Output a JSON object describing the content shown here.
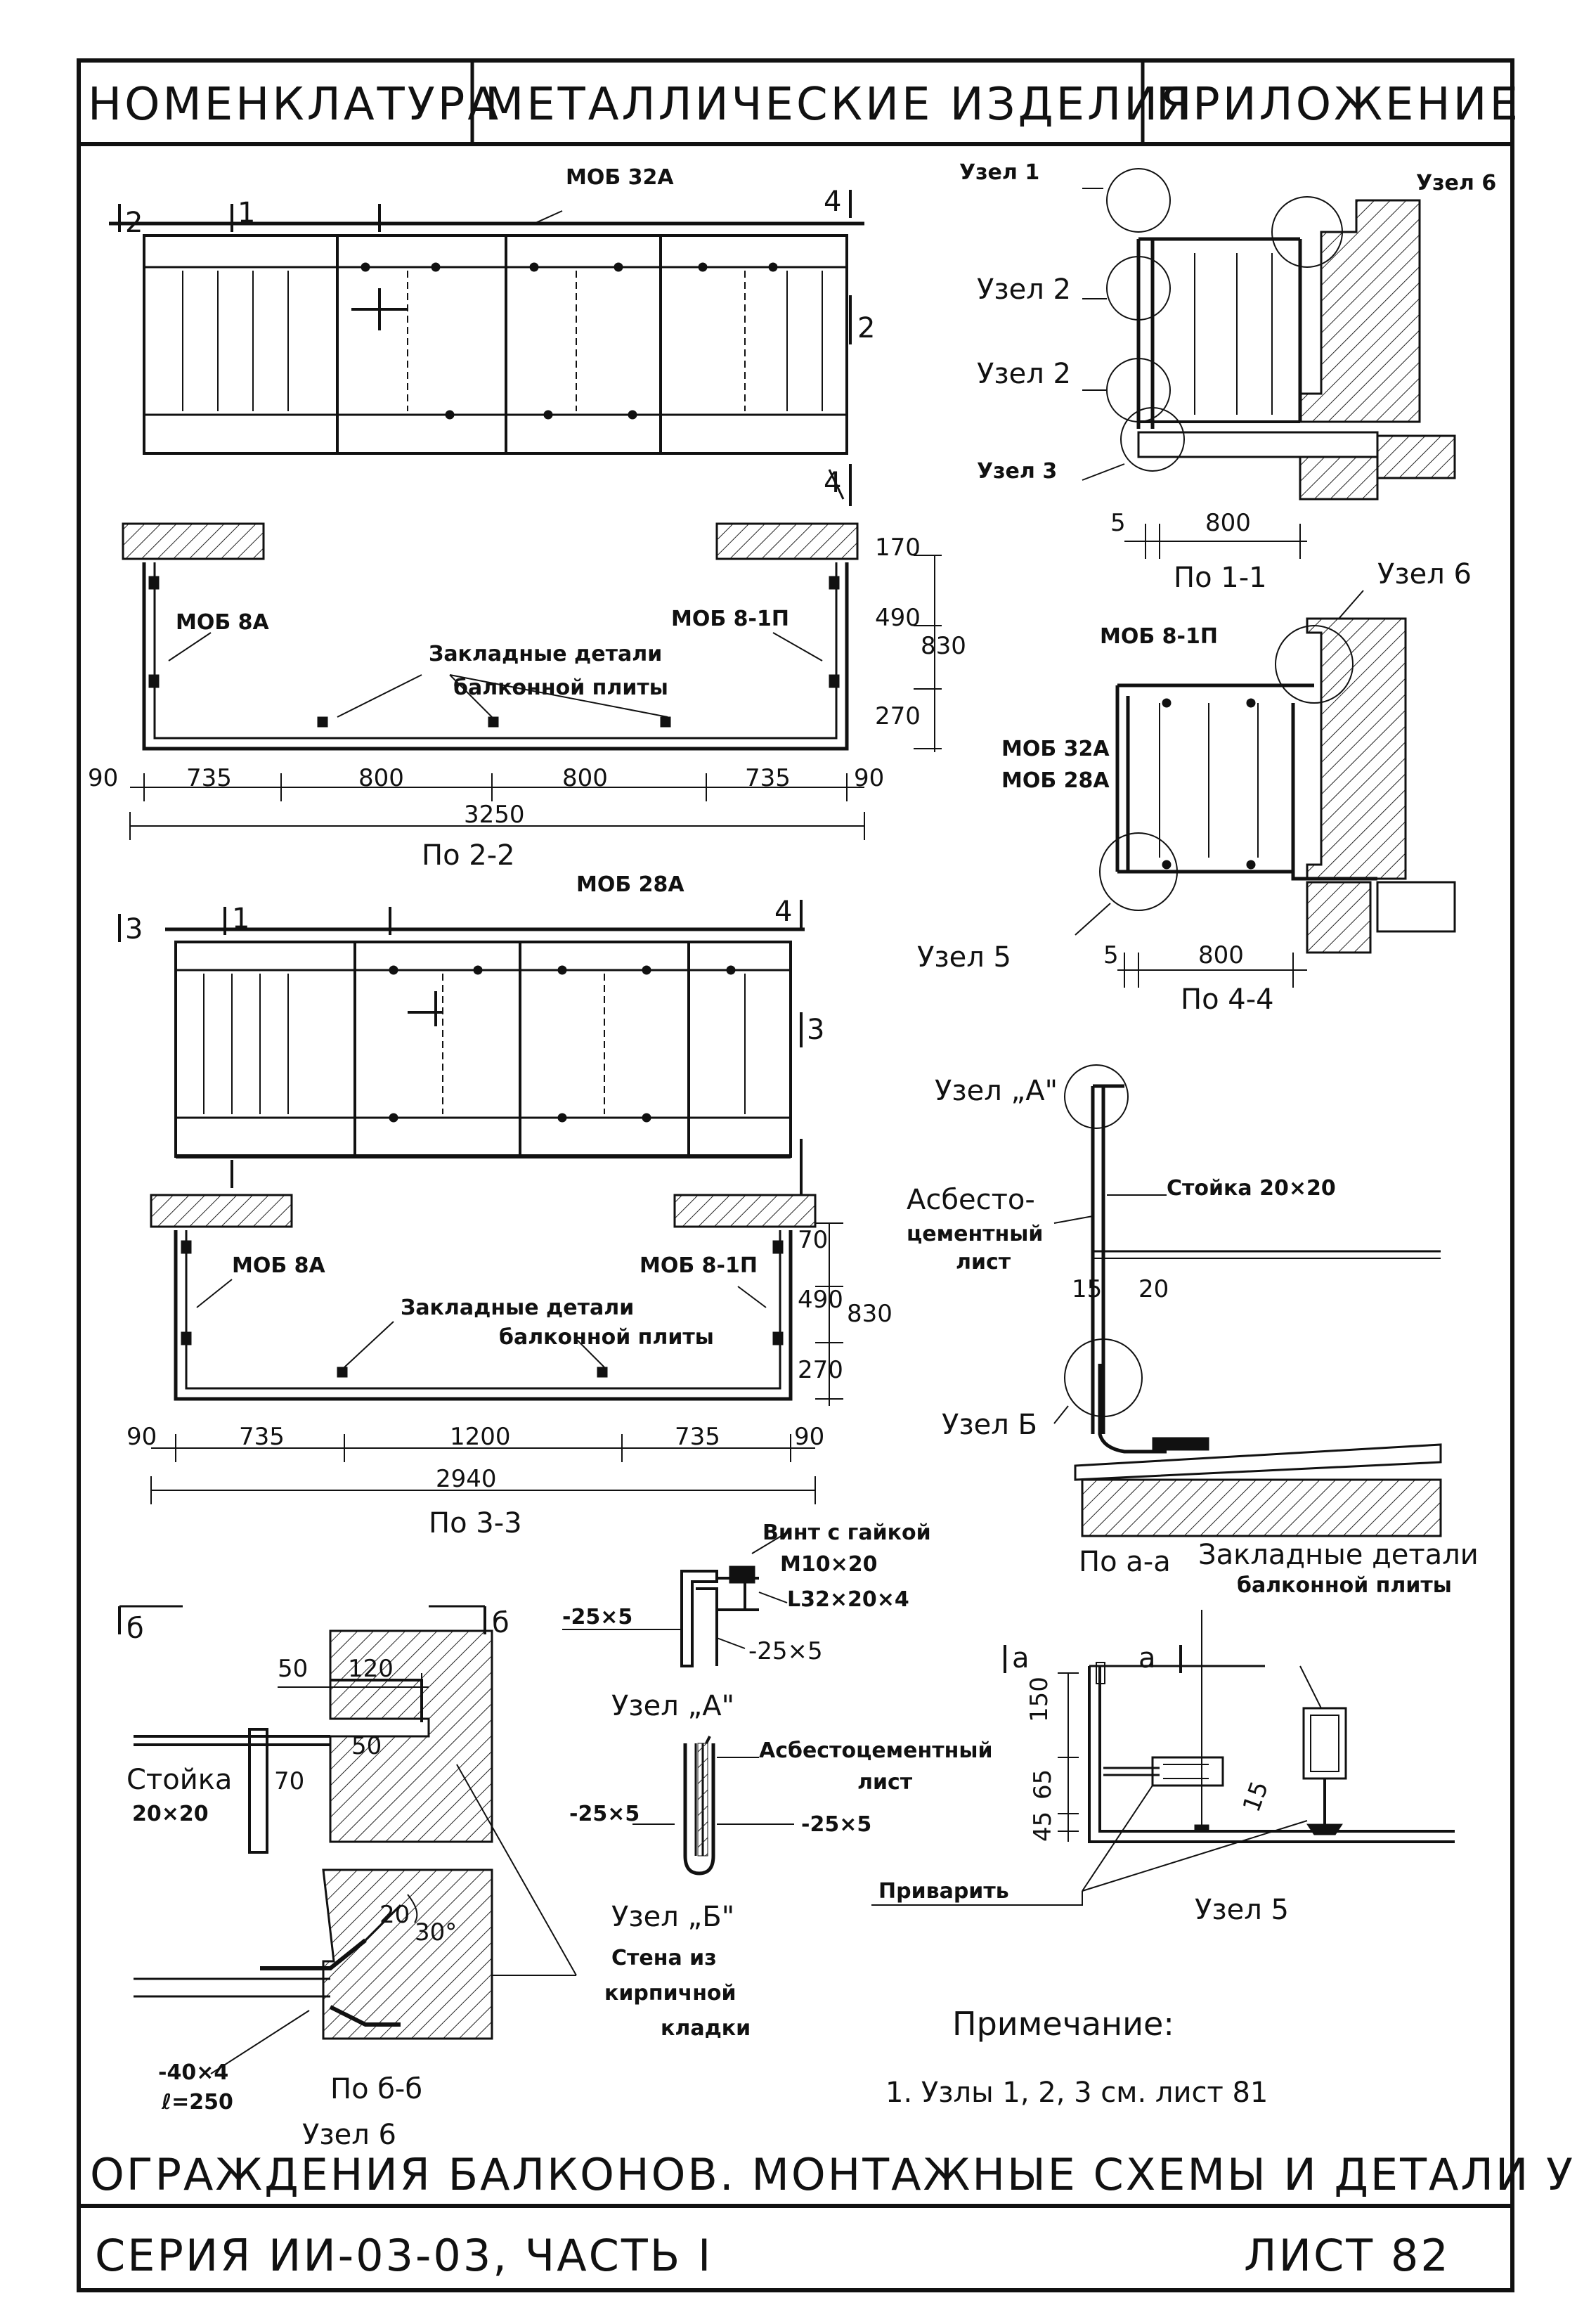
{
  "header": {
    "col1": "НОМЕНКЛАТУРА",
    "col2": "МЕТАЛЛИЧЕСКИЕ ИЗДЕЛИЯ",
    "col3": "ПРИЛОЖЕНИЕ"
  },
  "view1": {
    "top_label": "МОБ 32А",
    "marks": [
      "2",
      "1",
      "4",
      "2",
      "4"
    ]
  },
  "plan22": {
    "left_label": "МОБ 8А",
    "right_label": "МОБ 8-1П",
    "embedded_line1": "Закладные детали",
    "embedded_line2": "балконной плиты",
    "v_dims": [
      "170",
      "490",
      "830",
      "270"
    ],
    "h_dims": [
      "90",
      "735",
      "800",
      "800",
      "735",
      "90"
    ],
    "total": "3250",
    "caption": "По 2-2"
  },
  "view3": {
    "top_label": "МОБ 28А",
    "marks": [
      "3",
      "1",
      "4",
      "3"
    ]
  },
  "plan33": {
    "left_label": "МОБ 8А",
    "right_label": "МОБ 8-1П",
    "embedded_line1": "Закладные детали",
    "embedded_line2": "балконной плиты",
    "v_dims": [
      "70",
      "490",
      "830",
      "270"
    ],
    "h_dims": [
      "90",
      "735",
      "1200",
      "735",
      "90"
    ],
    "total": "2940",
    "caption": "По 3-3"
  },
  "sec11": {
    "nodes": [
      "Узел 1",
      "Узел 2",
      "Узел 2",
      "Узел 3",
      "Узел 6"
    ],
    "dims": [
      "5",
      "800"
    ],
    "caption": "По 1-1"
  },
  "sec44": {
    "node6": "Узел 6",
    "label_top": "МОБ 8-1П",
    "label_mid1": "МОБ 32А",
    "label_mid2": "МОБ 28А",
    "node5": "Узел 5",
    "dims": [
      "5",
      "800"
    ],
    "caption": "По 4-4"
  },
  "secaa": {
    "nodeA": "Узел „А\"",
    "post": "Стойка 20×20",
    "sheet1": "Асбесто-",
    "sheet2": "цементный",
    "sheet3": "лист",
    "dims": [
      "15",
      "20"
    ],
    "nodeB": "Узел Б",
    "caption": "По а-а"
  },
  "node6": {
    "mark": "б",
    "dims": [
      "50",
      "120",
      "50",
      "70",
      "20",
      "30°"
    ],
    "post1": "Стойка",
    "post2": "20×20",
    "wall1": "Стена из",
    "wall2": "кирпичной",
    "wall3": "кладки",
    "strip1": "-40×4",
    "strip2": "ℓ=250",
    "caption1": "По б-б",
    "caption2": "Узел 6"
  },
  "nodeA": {
    "screw1": "Винт с гайкой",
    "screw2": "М10×20",
    "angle": "L32×20×4",
    "strip_l": "-25×5",
    "strip_b": "-25×5",
    "caption": "Узел „А\""
  },
  "nodeB": {
    "sheet1": "Асбестоцементный",
    "sheet2": "лист",
    "strip_l": "-25×5",
    "strip_r": "-25×5",
    "caption": "Узел „Б\""
  },
  "node5": {
    "embedded1": "Закладные детали",
    "embedded2": "балконной плиты",
    "mark": "а",
    "dims": [
      "150",
      "65",
      "45",
      "15"
    ],
    "weld": "Приварить",
    "caption": "Узел 5"
  },
  "note": {
    "title": "Примечание:",
    "item": "1. Узлы 1, 2, 3 см. лист 81"
  },
  "footer": {
    "title": "ОГРАЖДЕНИЯ БАЛКОНОВ. МОНТАЖНЫЕ СХЕМЫ И ДЕТАЛИ УЗЛОВ.",
    "series": "СЕРИЯ ИИ-03-03, ЧАСТЬ I",
    "sheet": "ЛИСТ 82"
  }
}
